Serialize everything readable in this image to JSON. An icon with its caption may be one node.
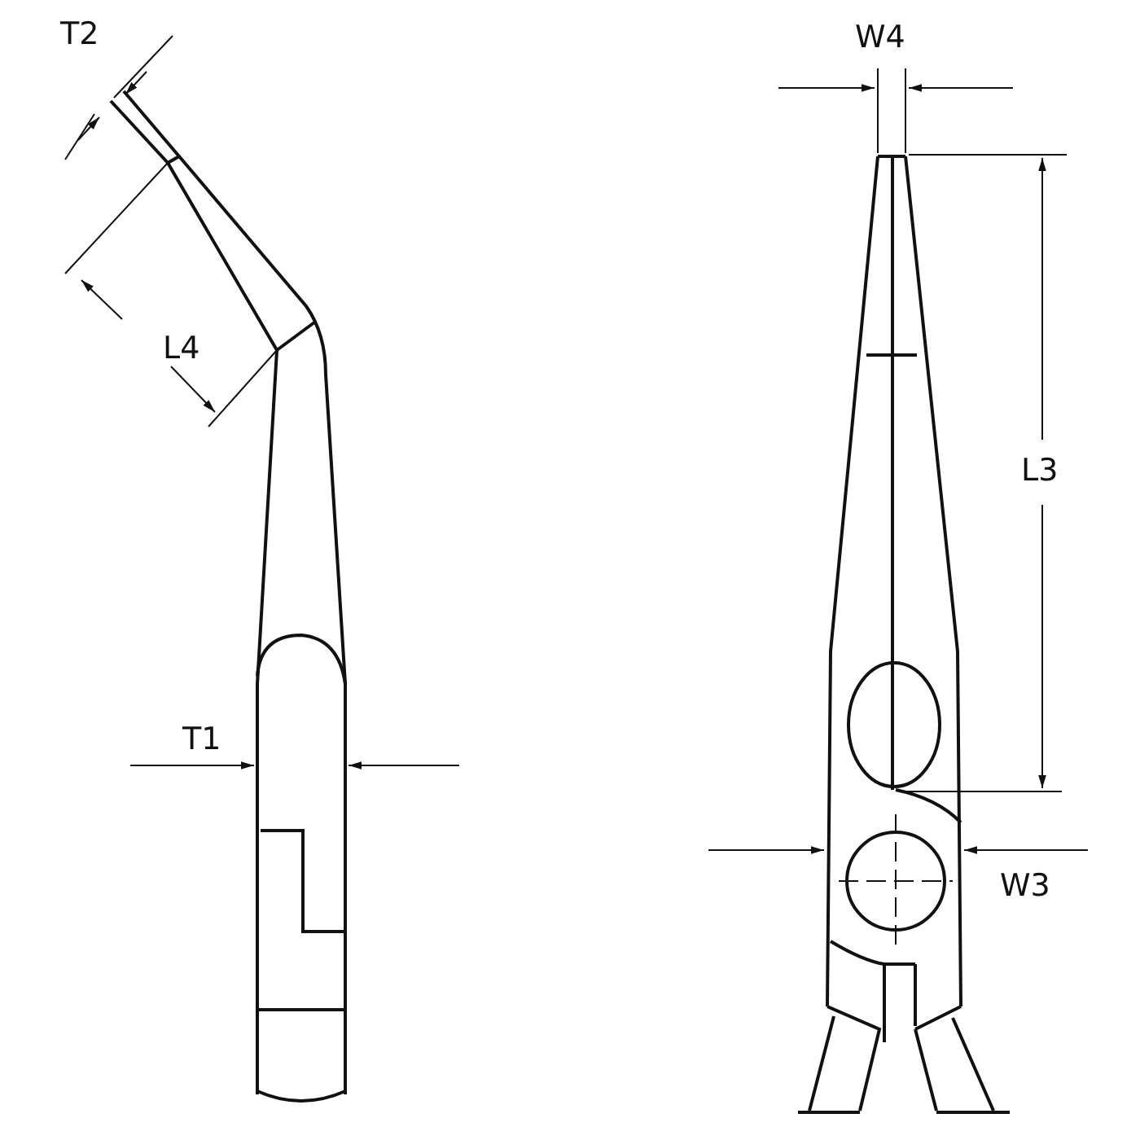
{
  "diagram": {
    "labels": [
      "T2",
      "W4",
      "L4",
      "L3",
      "T1",
      "W3"
    ]
  }
}
